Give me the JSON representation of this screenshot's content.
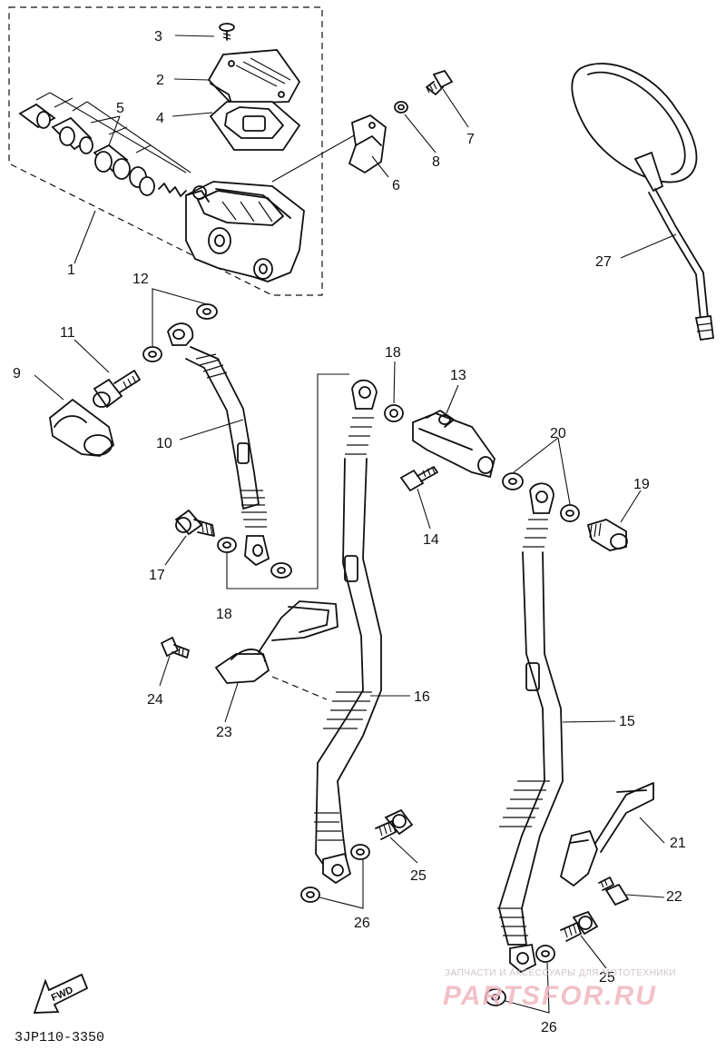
{
  "diagram": {
    "part_labels": {
      "p1": "1",
      "p2": "2",
      "p3": "3",
      "p4": "4",
      "p5": "5",
      "p6": "6",
      "p7": "7",
      "p8": "8",
      "p9": "9",
      "p10": "10",
      "p11": "11",
      "p12": "12",
      "p13": "13",
      "p14": "14",
      "p15": "15",
      "p16": "16",
      "p17": "17",
      "p18a": "18",
      "p18b": "18",
      "p19": "19",
      "p20": "20",
      "p21": "21",
      "p22": "22",
      "p23": "23",
      "p24": "24",
      "p25a": "25",
      "p25b": "25",
      "p26a": "26",
      "p26b": "26",
      "p27": "27"
    },
    "fwd_label": "FWD",
    "drawing_code": "3JP110-3350"
  },
  "watermark": {
    "line1": "ЗАПЧАСТИ И АКСЕССУАРЫ ДЛЯ МОТОТЕХНИКИ",
    "line2": "PARTSFOR.RU"
  }
}
